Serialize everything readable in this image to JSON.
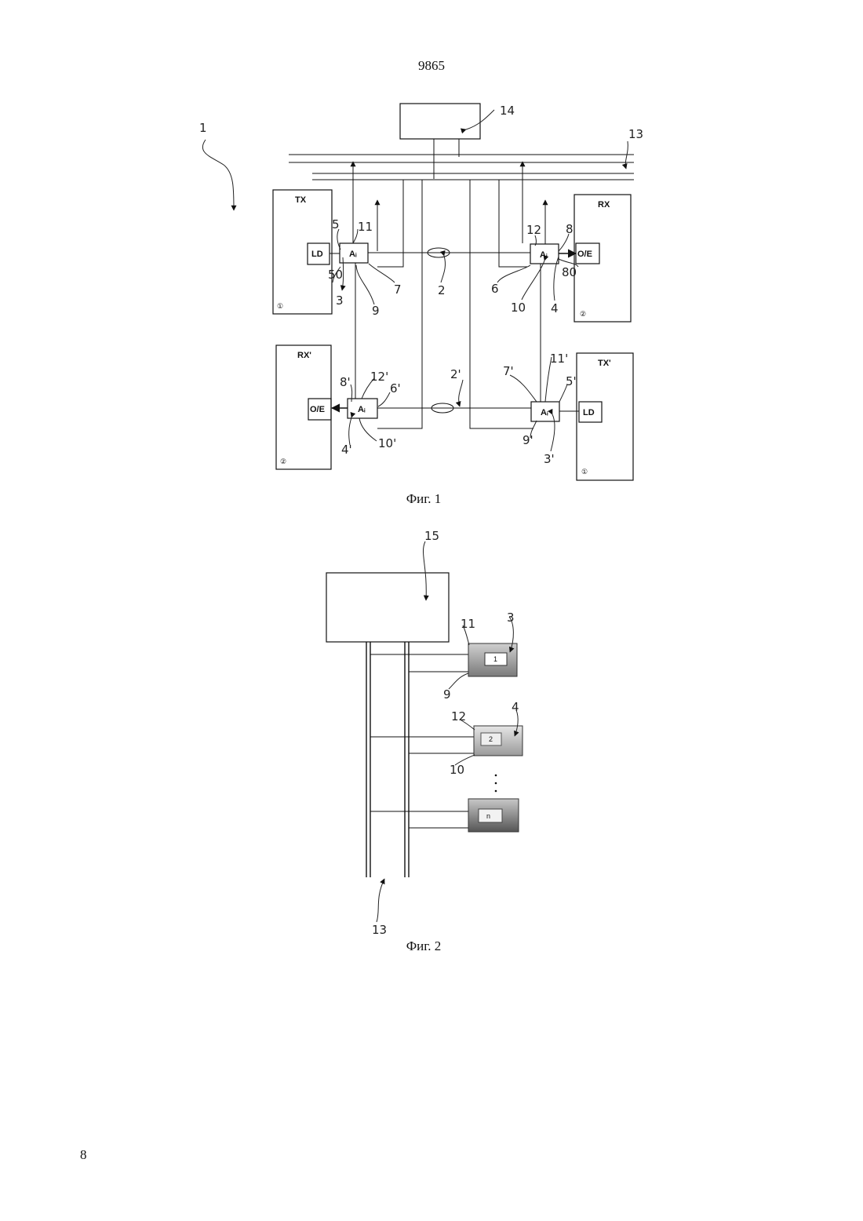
{
  "page": {
    "number_top": "9865",
    "number_bottom": "8"
  },
  "figure1": {
    "caption": "Фиг. 1",
    "ref_system": "1",
    "ref_controller": "14",
    "ref_bus": "13",
    "tx": {
      "title": "TX",
      "laser": "LD",
      "marker": "①"
    },
    "rx": {
      "title": "RX",
      "detector": "O/E",
      "marker": "②"
    },
    "rx_prime": {
      "title": "RX'",
      "detector": "O/E",
      "marker": "②"
    },
    "tx_prime": {
      "title": "TX'",
      "laser": "LD",
      "marker": "①"
    },
    "attenuator_label": "Aᵢ",
    "refs": {
      "r5": "5",
      "r11": "11",
      "r50": "50",
      "r3": "3",
      "r9": "9",
      "r7": "7",
      "r2": "2",
      "r12": "12",
      "r8": "8",
      "r6": "6",
      "r80": "80",
      "r10": "10",
      "r4": "4",
      "r8p": "8'",
      "r12p": "12'",
      "r6p": "6'",
      "r4p": "4'",
      "r10p": "10'",
      "r2p": "2'",
      "r7p": "7'",
      "r11p": "11'",
      "r5p": "5'",
      "r9p": "9'",
      "r3p": "3'"
    }
  },
  "figure2": {
    "caption": "Фиг. 2",
    "ref_controller": "15",
    "ref_bus": "13",
    "modules": [
      {
        "label": "1",
        "ref_a": "11",
        "ref_b": "3",
        "ref_c": "9"
      },
      {
        "label": "2",
        "ref_a": "12",
        "ref_b": "4",
        "ref_c": "10"
      },
      {
        "label": "n"
      }
    ]
  }
}
